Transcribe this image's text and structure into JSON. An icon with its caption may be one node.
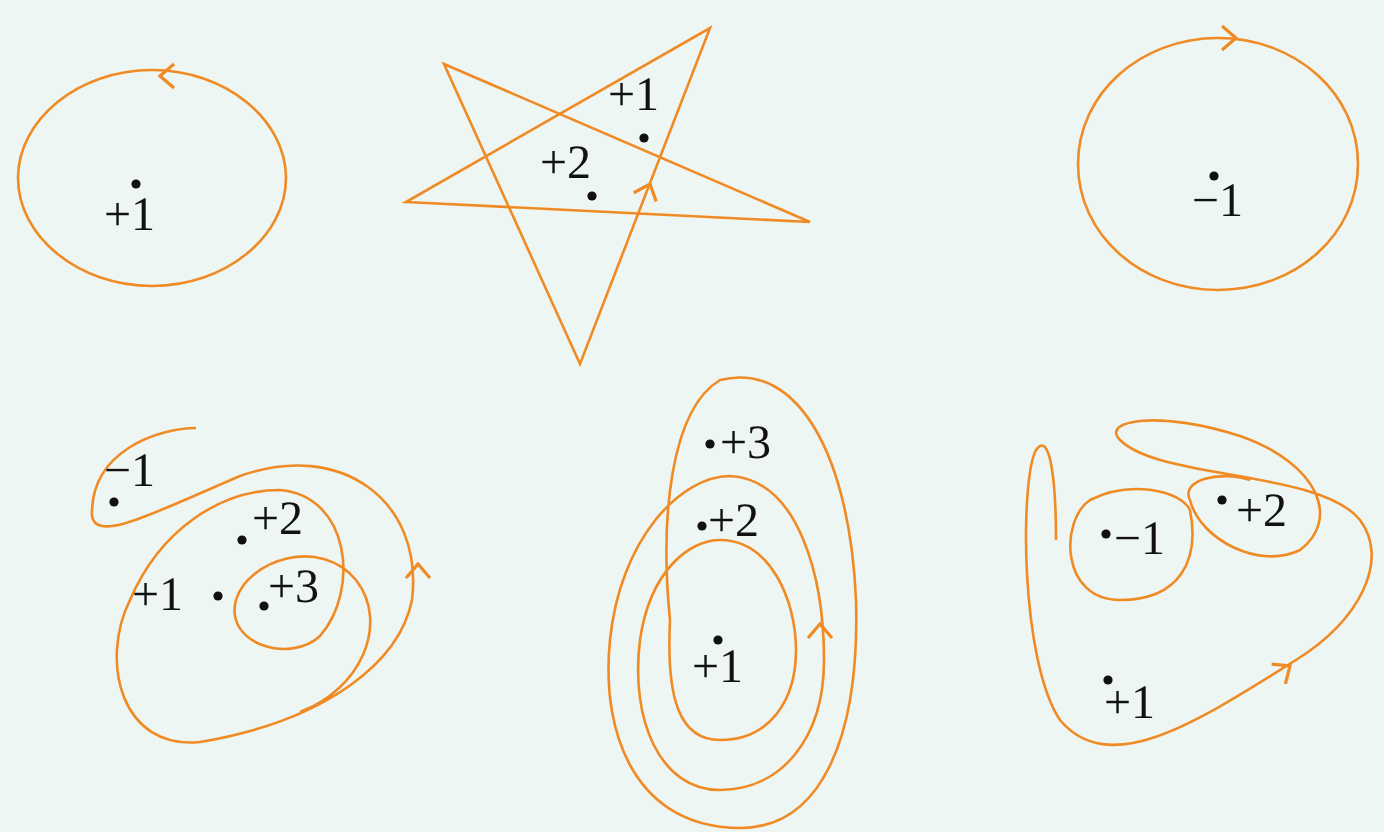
{
  "diagram": {
    "labels": [
      "+1",
      "+1",
      "+2",
      "−1",
      "−1",
      "+2",
      "+1",
      "+3",
      "+3",
      "+2",
      "+1",
      "+2",
      "−1",
      "+1"
    ]
  }
}
